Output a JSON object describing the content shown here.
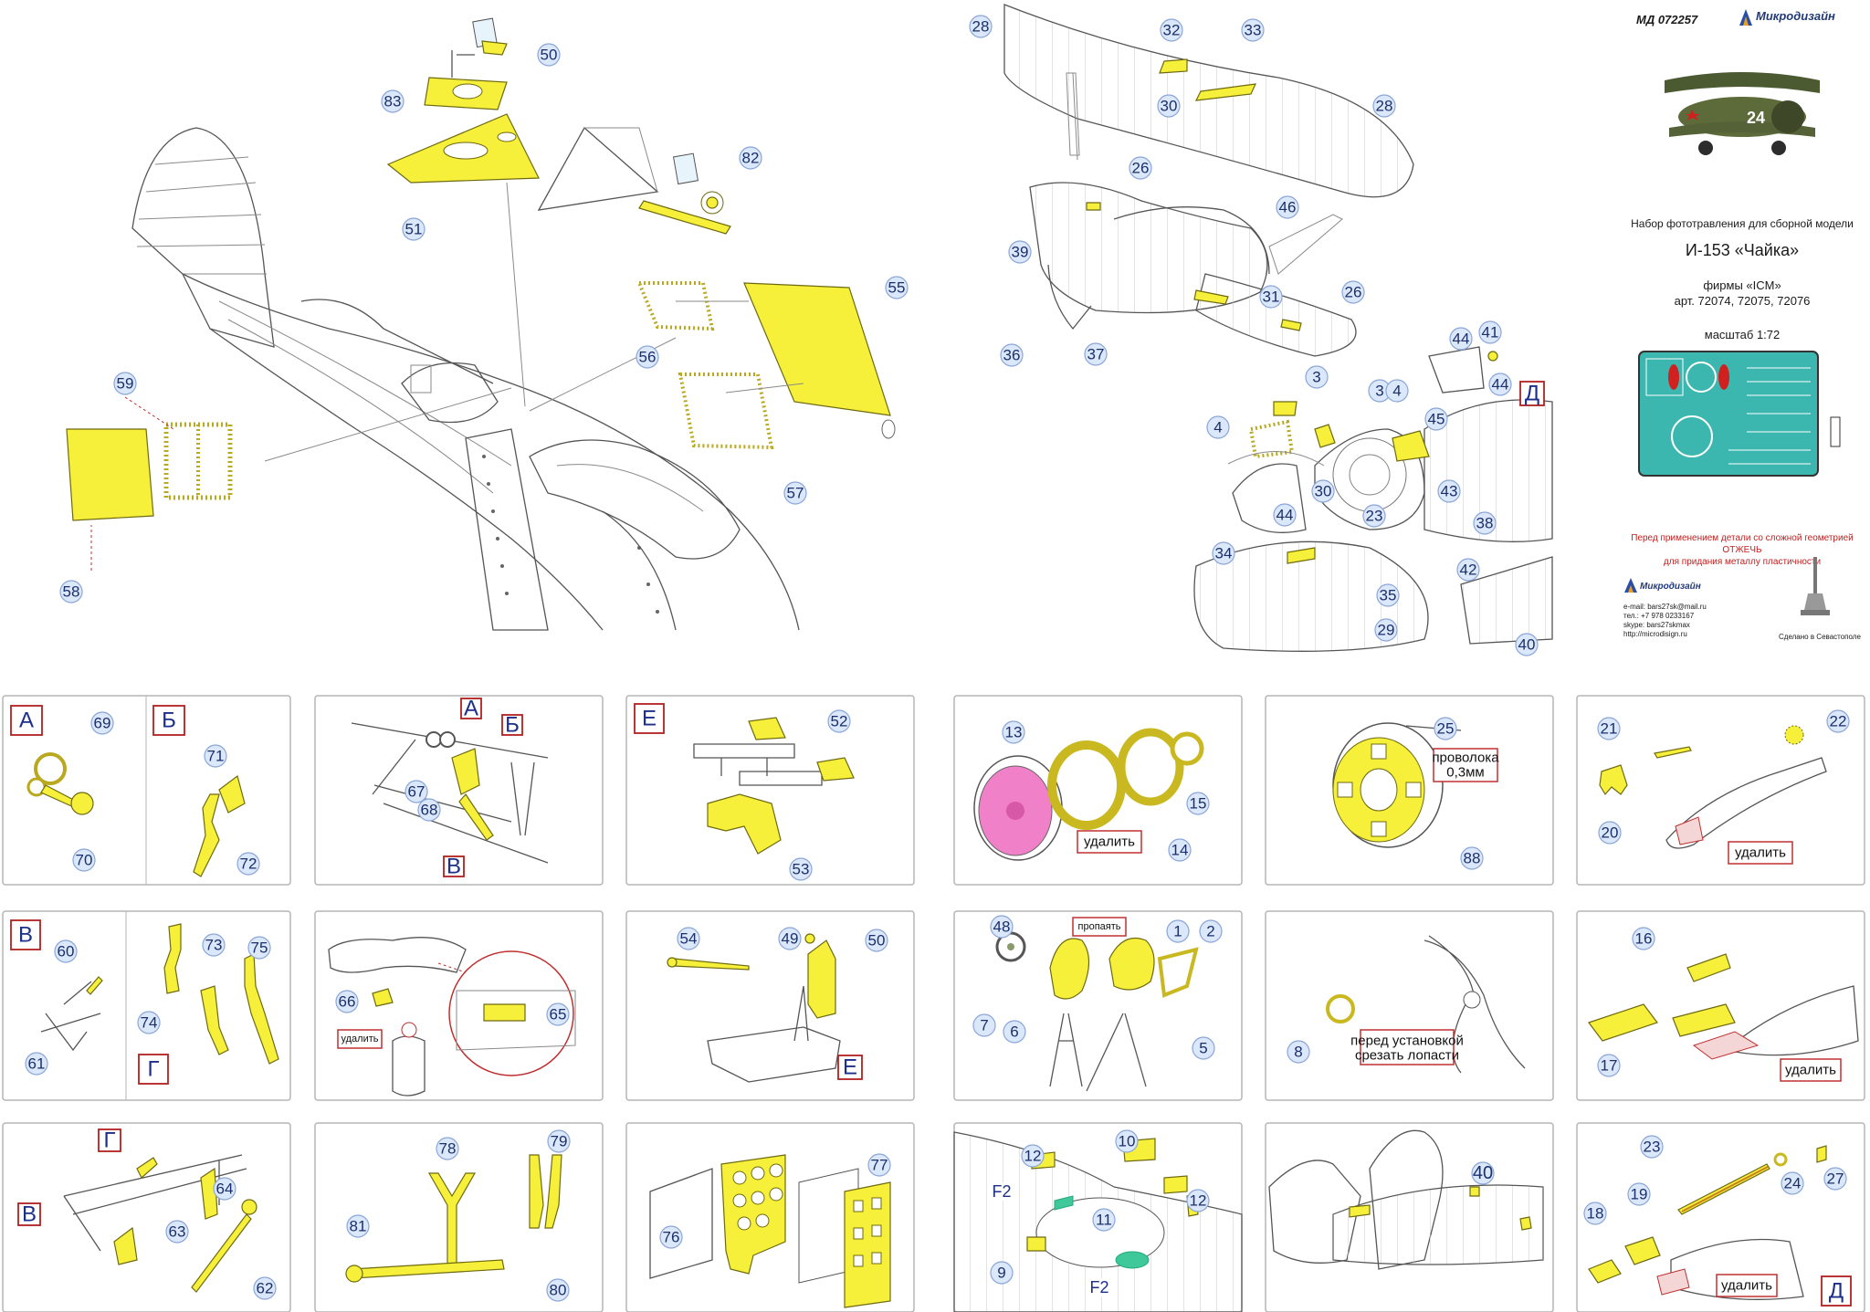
{
  "header": {
    "code": "МД 072257",
    "brand": "Микродизайн",
    "kit_title": "Набор фототравления для сборной модели",
    "model": "И-153 «Чайка»",
    "maker": "фирмы «ICM»",
    "articles": "арт. 72074, 72075, 72076",
    "scale": "масштаб 1:72",
    "warning_line1": "Перед применением детали со сложной геометрией",
    "warning_line2": "ОТЖЕЧЬ",
    "warning_line3": "для придания металлу пластичности",
    "contact_brand": "Микродизайн",
    "email": "e-mail: bars27sk@mail.ru",
    "phone": "тел.: +7 978 0233167",
    "skype": "skype: bars27skmax",
    "site": "http://microdisign.ru",
    "made_in": "Сделано в Севастополе"
  },
  "notes": {
    "remove": "удалить",
    "solder": "пропаять",
    "wire_line1": "проволока",
    "wire_line2": "0,3мм",
    "prop_line1": "перед установкой",
    "prop_line2": "срезать лопасти"
  },
  "letters": {
    "A": "А",
    "B": "Б",
    "V": "В",
    "G": "Г",
    "D": "Д",
    "E": "Е",
    "F2": "F2"
  },
  "main_numbers": [
    "50",
    "83",
    "51",
    "82",
    "55",
    "56",
    "57",
    "59",
    "58"
  ],
  "top_right_numbers": [
    "28",
    "32",
    "33",
    "30",
    "28",
    "26",
    "46",
    "39",
    "36",
    "37",
    "31",
    "26",
    "3",
    "4",
    "41",
    "44",
    "44",
    "3",
    "4",
    "45",
    "30",
    "43",
    "44",
    "23",
    "38",
    "34",
    "42",
    "35",
    "29",
    "40"
  ],
  "panels": [
    {
      "numbers": [
        "69",
        "70",
        "71",
        "72"
      ]
    },
    {
      "numbers": [
        "67",
        "68"
      ]
    },
    {
      "numbers": [
        "52",
        "53"
      ]
    },
    {
      "numbers": [
        "13",
        "15",
        "14"
      ]
    },
    {
      "numbers": [
        "25",
        "88"
      ]
    },
    {
      "numbers": [
        "21",
        "22",
        "20"
      ]
    },
    {
      "numbers": [
        "60",
        "61",
        "73",
        "75",
        "74"
      ]
    },
    {
      "numbers": [
        "66",
        "65"
      ]
    },
    {
      "numbers": [
        "54",
        "49",
        "50"
      ]
    },
    {
      "numbers": [
        "48",
        "1",
        "2",
        "7",
        "6",
        "5"
      ]
    },
    {
      "numbers": [
        "8"
      ]
    },
    {
      "numbers": [
        "16",
        "17"
      ]
    },
    {
      "numbers": [
        "64",
        "63",
        "62"
      ]
    },
    {
      "numbers": [
        "78",
        "79",
        "81",
        "80"
      ]
    },
    {
      "numbers": [
        "76",
        "77"
      ]
    },
    {
      "numbers": [
        "10",
        "12",
        "12",
        "11",
        "9"
      ]
    },
    {
      "numbers": [
        "40"
      ]
    },
    {
      "numbers": [
        "23",
        "27",
        "19",
        "24",
        "18"
      ]
    }
  ]
}
